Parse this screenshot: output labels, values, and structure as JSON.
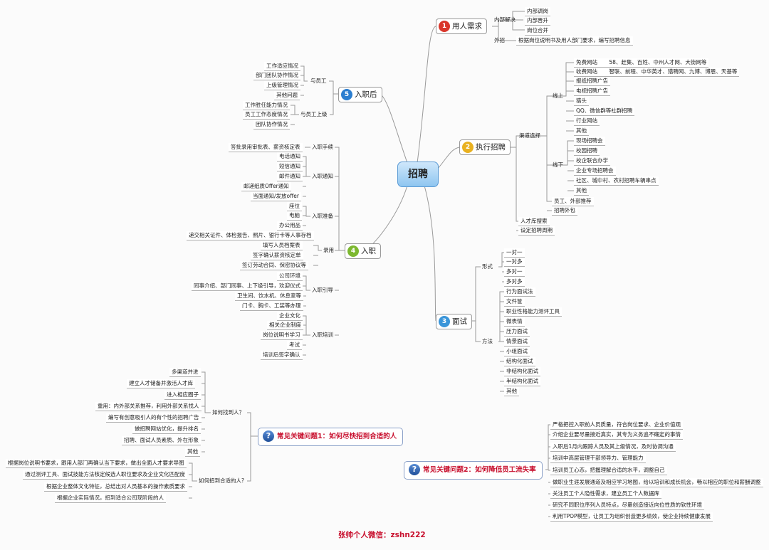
{
  "center": "招聘",
  "footer": "张帅个人微信：zshn222",
  "colors": {
    "b1": "#d9362b",
    "b2": "#e9b120",
    "b3": "#3a95d9",
    "b4": "#7cb82f",
    "b5": "#2b7ed0",
    "issue_text": "#c8102e"
  },
  "branches": {
    "b1": {
      "num": "1",
      "label": "用人需求"
    },
    "b2": {
      "num": "2",
      "label": "执行招聘"
    },
    "b3": {
      "num": "3",
      "label": "面试"
    },
    "b4": {
      "num": "4",
      "label": "入职"
    },
    "b5": {
      "num": "5",
      "label": "入职后"
    }
  },
  "b1": {
    "internal": "内部解决",
    "internal_items": [
      "内部调岗",
      "内部晋升",
      "岗位合并"
    ],
    "external": "外招",
    "external_item": "根据岗位说明书及用人部门要求，编写招聘信息"
  },
  "b2": {
    "channel": "渠道选择",
    "online": "线上",
    "offline": "线下",
    "free_site": "免费网站",
    "free_sites": "58、赶集、百姓、中州人才网、大街网等",
    "paid_site": "收费网站",
    "paid_sites": "智联、前程、中华英才、猎聘网、九博、博恩、天基等",
    "online_items": [
      "报纸招聘广告",
      "电视招聘广告",
      "猎头",
      "QQ、微信群等社群招聘",
      "行业网站",
      "其他"
    ],
    "offline_items": [
      "现场招聘会",
      "校园招聘",
      "校企联合办学",
      "企业专场招聘会",
      "社区、城中村、农村招聘车辆串点",
      "其他"
    ],
    "referral": "员工、外部推荐",
    "outsourcing": "招聘外包",
    "talent_pool": "人才库搜索",
    "cycle": "设定招聘周期"
  },
  "b3": {
    "form": "形式",
    "form_items": [
      "一对一",
      "一对多",
      "多对一",
      "多对多"
    ],
    "method": "方法",
    "method_items": [
      "行为面试法",
      "文件筐",
      "职业性格能力测评工具",
      "微表情",
      "压力面试",
      "情景面试",
      "小组面试",
      "结构化面试",
      "非结构化面试",
      "半结构化面试",
      "其他"
    ]
  },
  "b4": {
    "procedure": "入职手续",
    "procedure_item": "答批录用审批表、薪资核定表",
    "notice": "入职通知",
    "notice_items": [
      "电话通知",
      "短信通知",
      "邮件通知",
      "邮递纸质Offer通知",
      "当面通知/发放offer"
    ],
    "prep": "入职准备",
    "prep_items": [
      "座位",
      "电脑",
      "办公用品",
      "递交相关证件、体检报告、照片、银行卡等人事存档"
    ],
    "hire": "录用",
    "hire_items": [
      "填写人员档案表",
      "签字确认薪资核定单",
      "签订劳动合同、保密协议等"
    ],
    "guide": "入职引导",
    "guide_items": [
      "公司环境",
      "同事介绍、部门同事、上下级引导，欢迎仪式",
      "卫生间、饮水机、休息室等",
      "门卡、胸卡、工装等办理"
    ],
    "training": "入职培训",
    "training_items": [
      "企业文化",
      "相关企业制度",
      "岗位说明书学习",
      "考试",
      "培训后签字确认"
    ]
  },
  "b5": {
    "with_staff": "与员工",
    "staff_items": [
      "工作适应情况",
      "部门团队协作情况",
      "上级管理情况",
      "其他问题"
    ],
    "with_boss": "与员工上级",
    "boss_items": [
      "工作胜任能力情况",
      "员工工作态度情况",
      "团队协作情况"
    ]
  },
  "issue1": {
    "title": "常见关键问题1：如何尽快招到合适的人",
    "find": "如何找到人？",
    "find_items": [
      "多渠道并进",
      "建立人才储备并激活人才库",
      "进入相应圈子",
      "重用：内外部关系推荐，利用外部关系找人",
      "编写有创意吸引人的有个性的招聘广告",
      "做招聘网站优化，提升排名",
      "招聘、面试人员素质、外在形象",
      "其他"
    ],
    "fit": "如何招到合适的人?",
    "fit_items": [
      "根据岗位说明书要求，跟用人部门再确认当下要求，做出全面人才要求导图",
      "通过测评工具、面试技能方法核定候选人职位要求及企业文化匹配度",
      "根据企业整体文化特征，总结出对人员基本的操作素质要求",
      "根据企业实际情况，招到适合公司现阶段的人"
    ]
  },
  "issue2": {
    "title": "常见关键问题2：如何降低员工流失率",
    "items": [
      "严格把控入职前人员质量，符合岗位要求、企业价值观",
      "介绍企业要尽量接近真实，其专为义务追不确定的事情",
      "入职后1月内跟踪人员及其上级情况，及时协调沟通",
      "培训中高层管理干部领导力、管理能力",
      "培训员工心态，把握理解合适的水平，调整自己",
      "做职业生涯发展通道及相应学习地图，给以培训和成长机会，畅以相应的职位和薪酬调整",
      "关注员工个人隐性需求，建立员工个人数据库",
      "研究不同职位序列人员特点，尽量创造接近向位性质的软性环境",
      "利用TPOP模型，让员工为组织创造更多绩效，使企业持续健康发展"
    ]
  }
}
